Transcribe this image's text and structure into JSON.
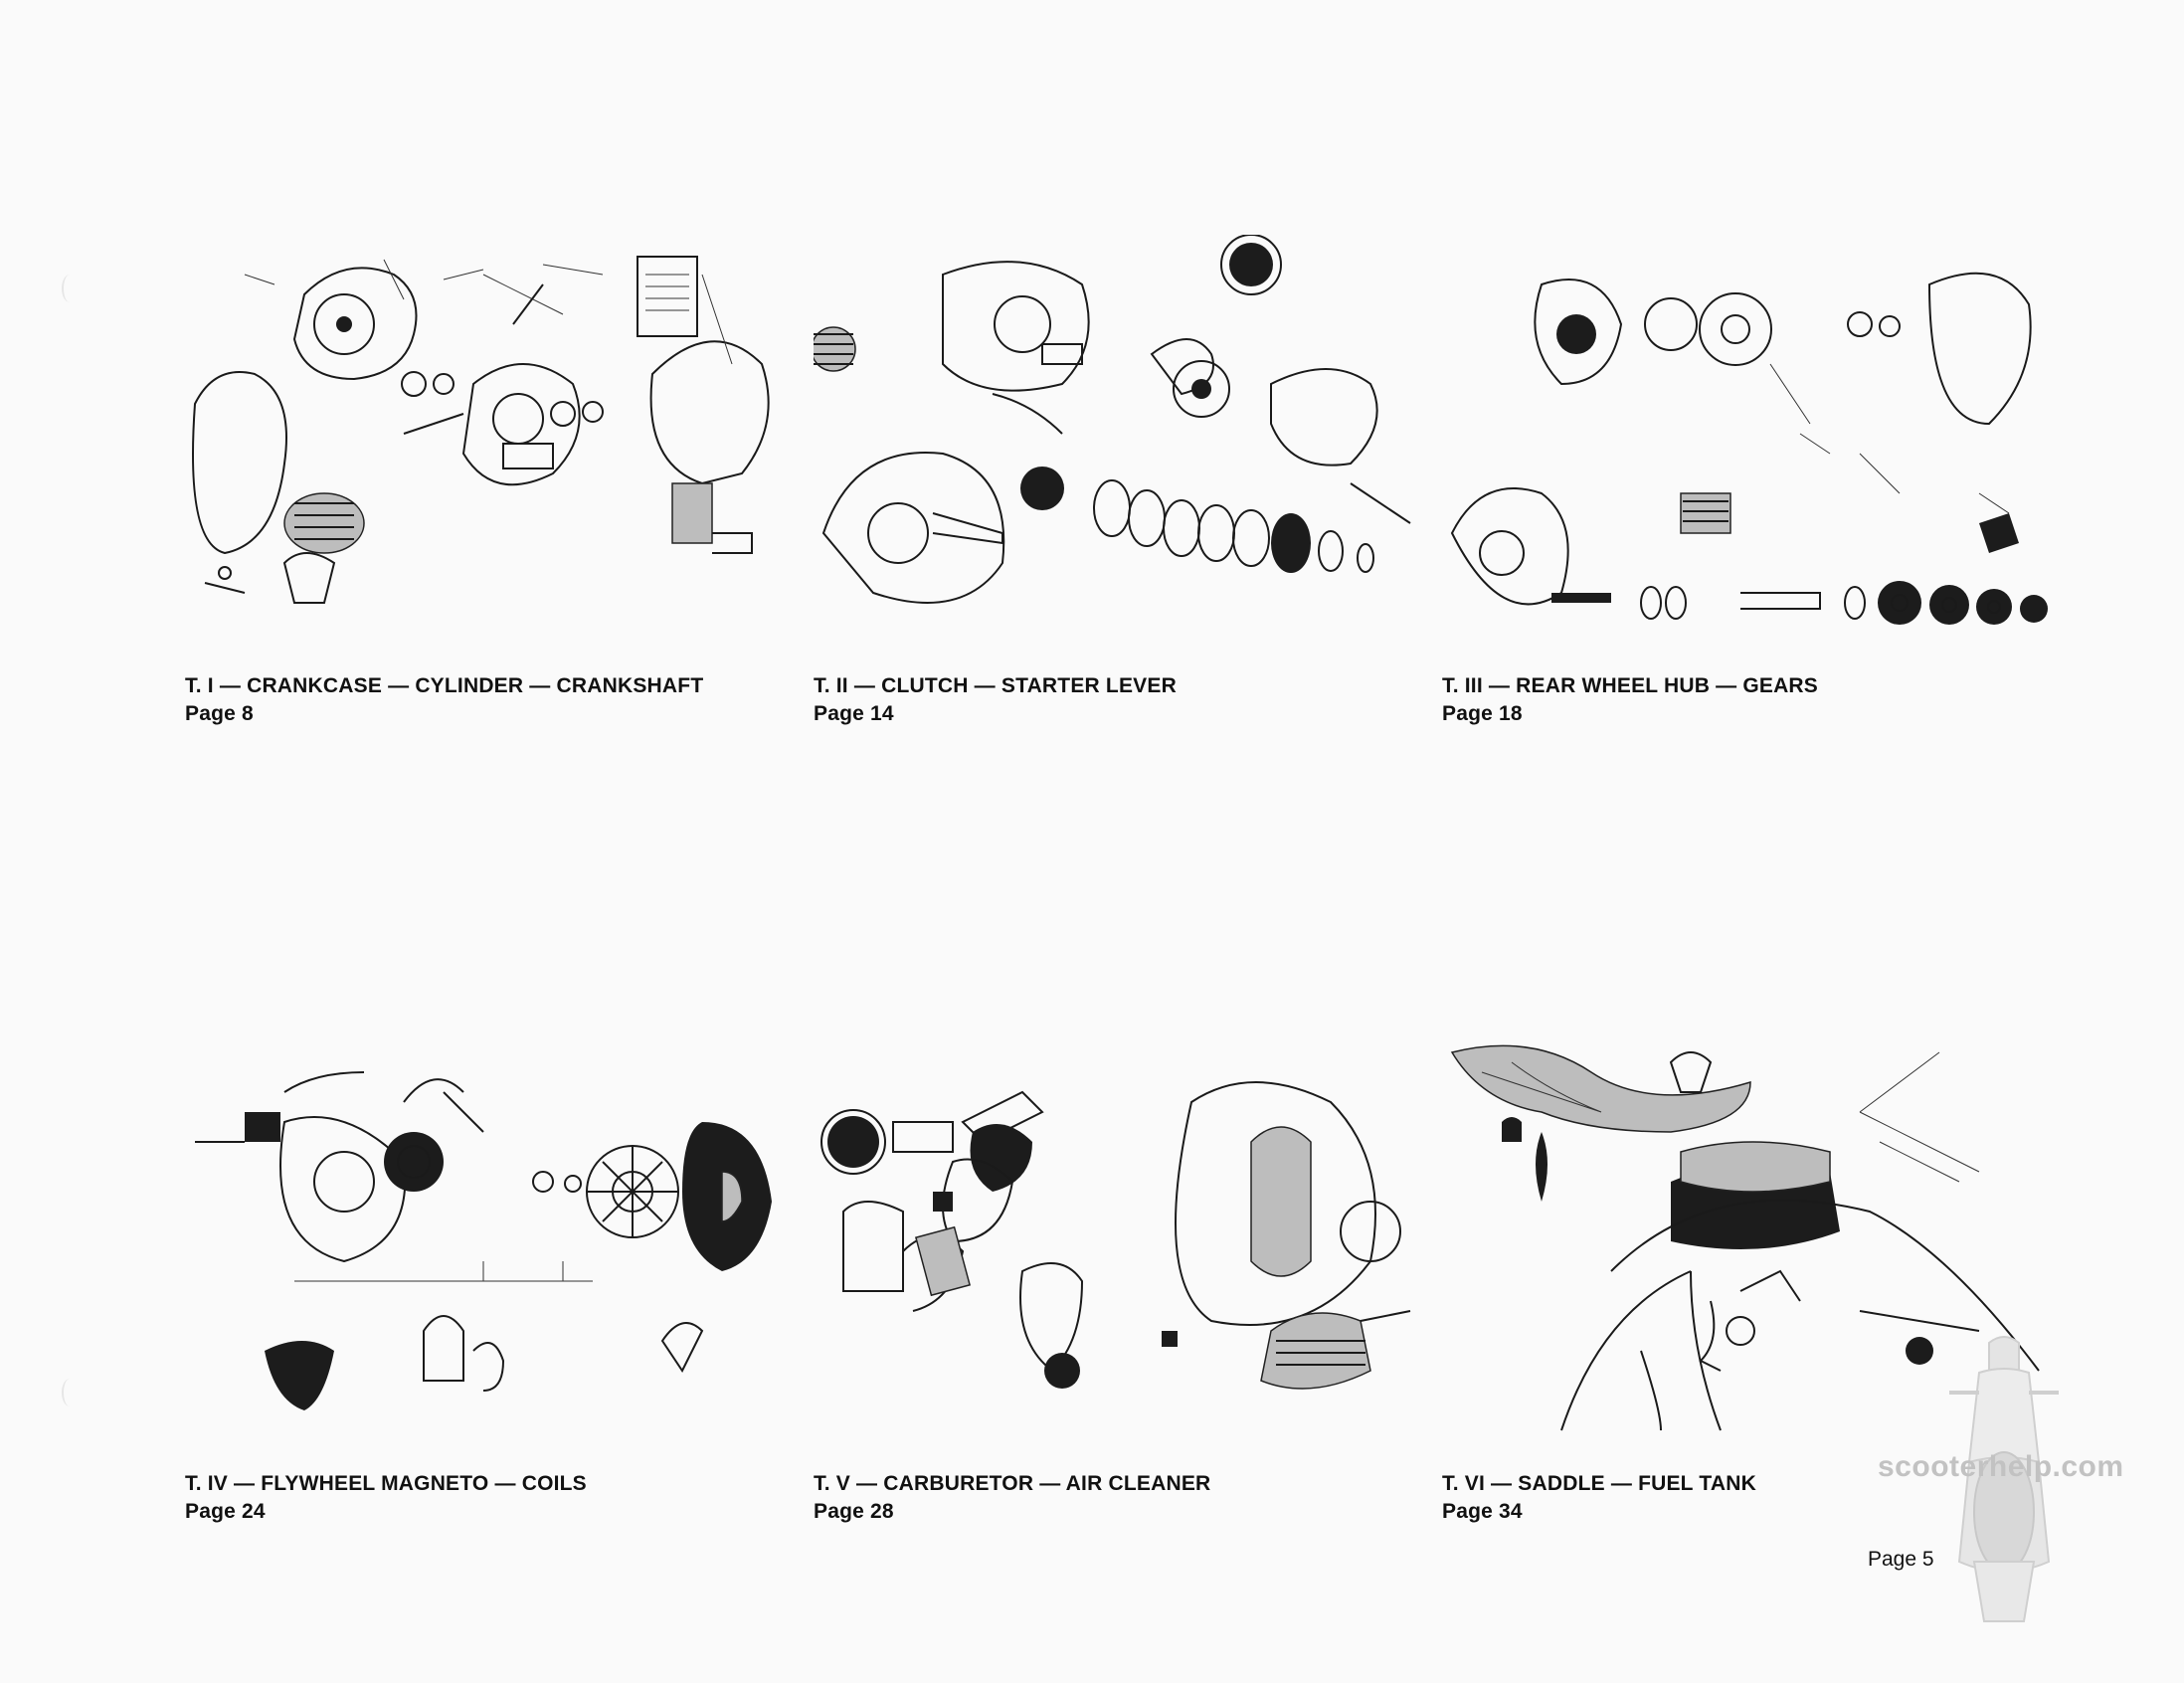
{
  "plates": [
    {
      "title": "T. I — CRANKCASE — CYLINDER — CRANKSHAFT",
      "page": "Page 8"
    },
    {
      "title": "T. II — CLUTCH — STARTER LEVER",
      "page": "Page 14"
    },
    {
      "title": "T. III — REAR WHEEL HUB — GEARS",
      "page": "Page 18"
    },
    {
      "title": "T. IV — FLYWHEEL MAGNETO — COILS",
      "page": "Page 24"
    },
    {
      "title": "T. V — CARBURETOR — AIR CLEANER",
      "page": "Page 28"
    },
    {
      "title": "T. VI — SADDLE — FUEL TANK",
      "page": "Page 34"
    }
  ],
  "watermark": "scooterhelp.com",
  "page_number": "Page 5",
  "colors": {
    "background": "#fafafa",
    "ink": "#111111",
    "watermark": "#c2c2c2"
  }
}
